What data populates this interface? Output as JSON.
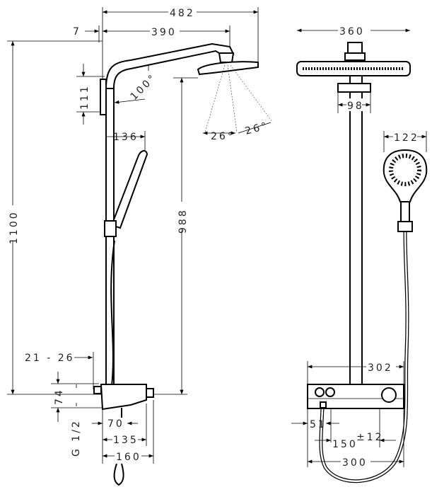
{
  "title": "Shower system dimension drawing",
  "side_view": {
    "overall_width": "482",
    "wall_offset": "7",
    "arm_projection": "390",
    "bracket_height": "111",
    "arm_angle": "100°",
    "handshower_offset": "136",
    "spray_angle_left": "26°",
    "spray_angle_right": "26°",
    "head_height": "988",
    "overall_height": "1100",
    "wall_distance": "21 - 26",
    "mixer_height": "74",
    "connection": "G 1/2",
    "outlet_depth": "70",
    "mixer_depth": "135",
    "total_depth": "160"
  },
  "front_view": {
    "head_diameter": "360",
    "head_mount": "98",
    "handshower_diameter": "122",
    "mixer_width": "302",
    "outlet_offset": "51",
    "center_distance": "150",
    "tolerance": "±12",
    "connection_width": "300"
  },
  "colors": {
    "line": "#000000",
    "background": "#ffffff"
  }
}
